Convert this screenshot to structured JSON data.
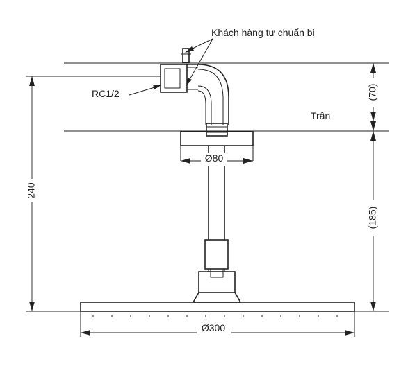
{
  "labels": {
    "customer_note": "Khách hàng tự chuẩn bị",
    "thread": "RC1/2",
    "ceiling": "Trần",
    "flange_dia": "Ø80",
    "head_dia": "Ø300",
    "total_height": "240",
    "pipe_above": "(70)",
    "pipe_below": "(185)"
  }
}
